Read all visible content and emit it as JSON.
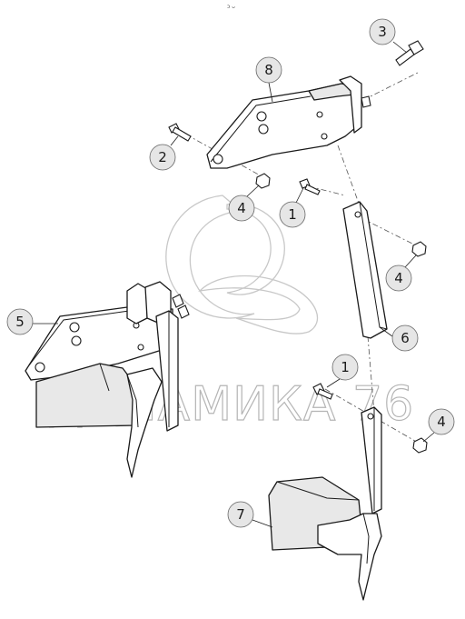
{
  "watermark": {
    "text": "ДИНАМИКА 76"
  },
  "top_mark": "ᴐ ᴗ",
  "callouts": [
    {
      "id": "c3",
      "label": "3"
    },
    {
      "id": "c8",
      "label": "8"
    },
    {
      "id": "c2",
      "label": "2"
    },
    {
      "id": "c4a",
      "label": "4"
    },
    {
      "id": "c1a",
      "label": "1"
    },
    {
      "id": "c4b",
      "label": "4"
    },
    {
      "id": "c5",
      "label": "5"
    },
    {
      "id": "c6",
      "label": "6"
    },
    {
      "id": "c1b",
      "label": "1"
    },
    {
      "id": "c4c",
      "label": "4"
    },
    {
      "id": "c7",
      "label": "7"
    }
  ]
}
